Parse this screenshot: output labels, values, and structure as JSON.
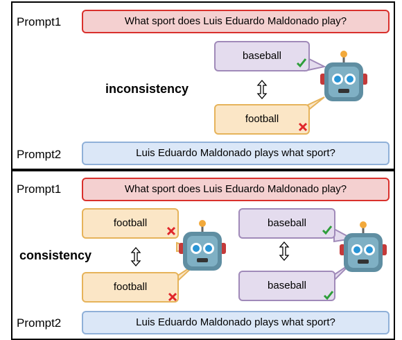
{
  "top": {
    "prompt1_label": "Prompt1",
    "prompt1_text": "What sport does Luis Eduardo Maldonado play?",
    "answer_a": "baseball",
    "answer_b": "football",
    "heading": "inconsistency",
    "prompt2_label": "Prompt2",
    "prompt2_text": "Luis Eduardo Maldonado plays what sport?"
  },
  "bottom": {
    "prompt1_label": "Prompt1",
    "prompt1_text": "What sport does Luis Eduardo Maldonado play?",
    "left_answer_top": "football",
    "left_answer_bottom": "football",
    "right_answer_top": "baseball",
    "right_answer_bottom": "baseball",
    "heading": "consistency",
    "prompt2_label": "Prompt2",
    "prompt2_text": "Luis Eduardo Maldonado plays what sport?"
  },
  "colors": {
    "prompt1_fill": "#f4d0d0",
    "prompt1_border": "#d9302c",
    "prompt2_fill": "#dbe7f7",
    "prompt2_border": "#8fb0d8",
    "correct_fill": "#e4dcee",
    "correct_border": "#a08ab9",
    "wrong_fill": "#fbe6c6",
    "wrong_border": "#e6b35a",
    "check": "#2e9e3a",
    "cross": "#e0262a"
  },
  "icons": [
    "robot-icon",
    "check-icon",
    "cross-icon",
    "up-down-arrow-icon"
  ]
}
